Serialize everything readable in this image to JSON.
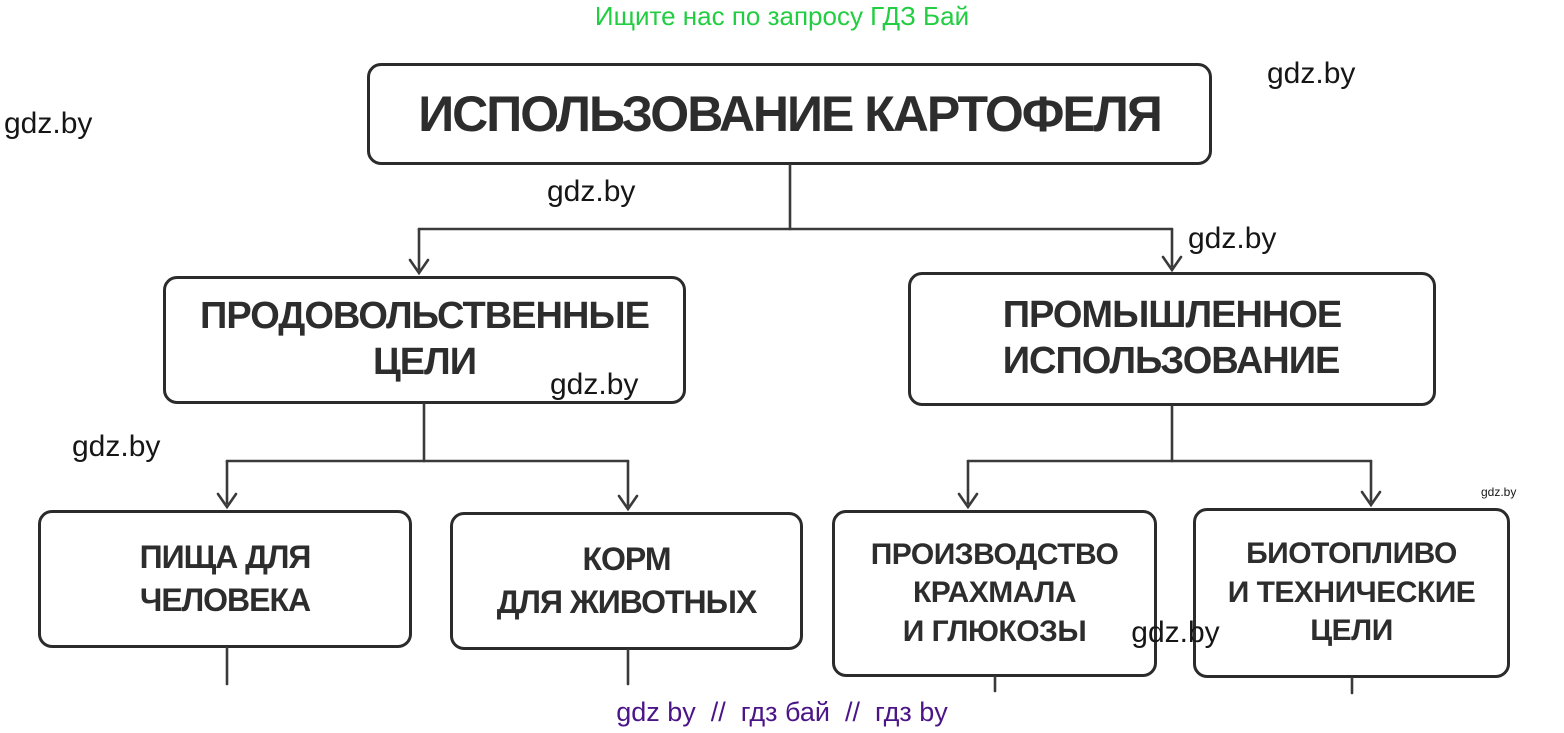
{
  "promo": {
    "text": "Ищите нас по запросу ГДЗ Бай"
  },
  "footer": {
    "text": "gdz by  //  гдз бай  //  гдз by"
  },
  "watermark": {
    "text": "gdz.by"
  },
  "colors": {
    "promo_green": "#22ce41",
    "footer_purple": "#4b1588",
    "line_dark": "#3a3a3a",
    "box_border": "#2b2b2b",
    "box_text": "#2d2d2d",
    "background": "#ffffff"
  },
  "diagram": {
    "root": {
      "label": "ИСПОЛЬЗОВАНИЕ КАРТОФЕЛЯ"
    },
    "food": {
      "line1": "ПРОДОВОЛЬСТВЕННЫЕ",
      "line2": "ЦЕЛИ"
    },
    "industrial": {
      "line1": "ПРОМЫШЛЕННОЕ",
      "line2": "ИСПОЛЬЗОВАНИЕ"
    },
    "human_food": {
      "line1": "ПИЩА ДЛЯ",
      "line2": "ЧЕЛОВЕКА"
    },
    "animal_feed": {
      "line1": "КОРМ",
      "line2": "ДЛЯ ЖИВОТНЫХ"
    },
    "starch": {
      "line1": "ПРОИЗВОДСТВО",
      "line2": "КРАХМАЛА",
      "line3": "И ГЛЮКОЗЫ"
    },
    "biofuel": {
      "line1": "БИОТОПЛИВО",
      "line2": "И ТЕХНИЧЕСКИЕ",
      "line3": "ЦЕЛИ"
    }
  }
}
